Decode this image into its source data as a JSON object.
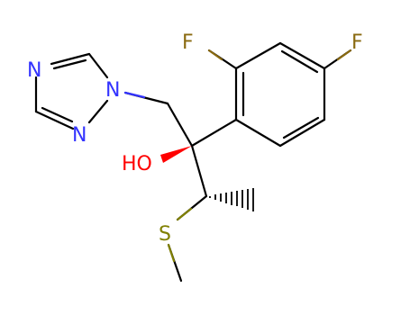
{
  "molecule": {
    "atoms": {
      "F_top": "F",
      "F_right": "F",
      "N_ring_top": "N",
      "N_ring_left": "N",
      "N_ring_bottom": "N",
      "hydroxyl": "HO",
      "sulfur": "S"
    },
    "colors": {
      "bond": "#000000",
      "nitrogen": "#3333ff",
      "fluorine": "#8a6a10",
      "oxygen": "#ff0000",
      "sulfur": "#808000"
    }
  }
}
